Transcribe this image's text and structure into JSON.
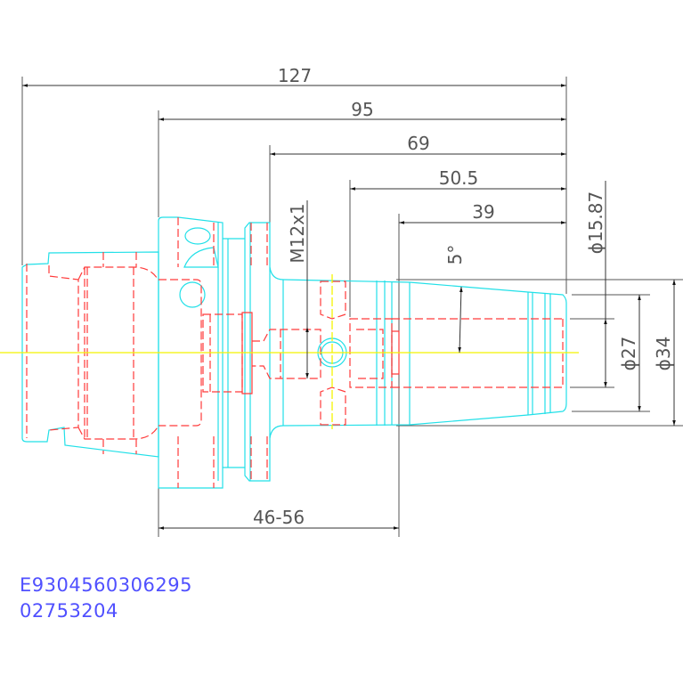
{
  "dimensions": {
    "overall_length": "127",
    "length_95": "95",
    "length_69": "69",
    "length_50_5": "50.5",
    "length_39": "39",
    "clamping_range": "46-56",
    "thread": "M12x1",
    "taper_angle": "5°",
    "diameter_bore": "ϕ15.87",
    "diameter_tip": "ϕ27",
    "diameter_shank": "ϕ34"
  },
  "part_number": "E9304560306295",
  "order_code": "02753204",
  "colors": {
    "outline": "#22e0e8",
    "hidden": "#ff3a3a",
    "centerline": "#f4f400",
    "text": "#5050ff"
  }
}
